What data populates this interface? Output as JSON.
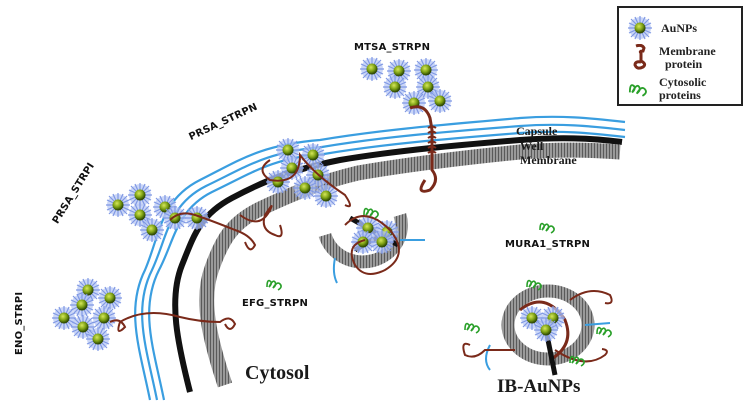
{
  "legend": {
    "items": [
      {
        "icon": "gold-nanoparticle-icon",
        "label": "AuNPs"
      },
      {
        "icon": "membrane-protein-icon",
        "label_line1": "Membrane",
        "label_line2": "protein"
      },
      {
        "icon": "cytosolic-protein-icon",
        "label_line1": "Cytosolic",
        "label_line2": "proteins"
      }
    ]
  },
  "protein_labels": {
    "mtsa": "MTSA_STRPN",
    "prsa_strpn": "PRSA_STRPN",
    "prsa_strpi": "PRSA_STRPI",
    "eno": "ENO_STRPI",
    "efg": "EFG_STRPN",
    "mura1": "MURA1_STRPN"
  },
  "layer_labels": {
    "capsule": "Capsule",
    "wall": "Well",
    "membrane": "Membrane"
  },
  "region_labels": {
    "cytosol": "Cytosol",
    "ib_aunps": "IB-AuNPs"
  },
  "colors": {
    "capsule": "#3a9ee0",
    "wall": "#111111",
    "membrane": "#8a8a8a",
    "nanoparticle_core": "#6b8e12",
    "nanoparticle_halo": "#8fa8e8",
    "membrane_protein": "#7a2a1a",
    "cytosolic_protein": "#2aa02a"
  }
}
